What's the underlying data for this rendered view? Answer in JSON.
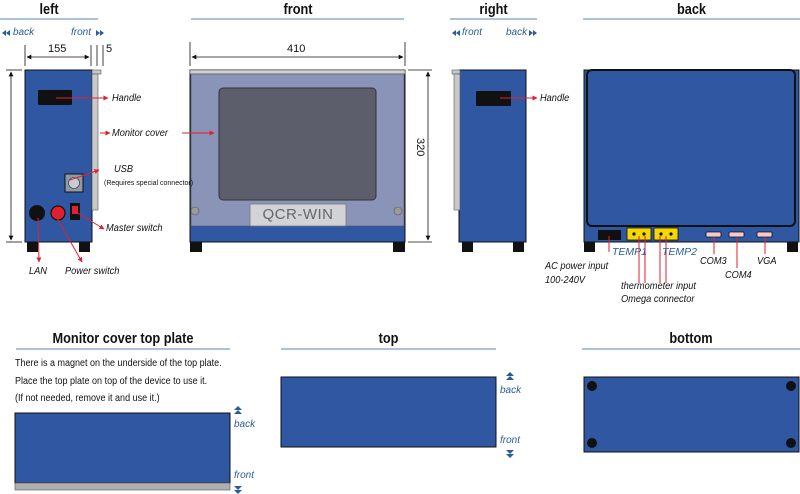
{
  "sections": {
    "left": "left",
    "front": "front",
    "right": "right",
    "back": "back",
    "cover_plate": "Monitor cover top plate",
    "top": "top",
    "bottom": "bottom"
  },
  "nav": {
    "back": "back",
    "front": "front"
  },
  "dimensions": {
    "depth": "155",
    "cover": "5",
    "width": "410",
    "height": "320"
  },
  "labels": {
    "handle": "Handle",
    "monitor_cover": "Monitor cover",
    "usb": "USB",
    "usb_note": "(Requires special connector)",
    "master_switch": "Master switch",
    "lan": "LAN",
    "power_switch": "Power switch",
    "brand": "QCR-WIN",
    "temp1": "TEMP1",
    "temp2": "TEMP2",
    "com3": "COM3",
    "com4": "COM4",
    "vga": "VGA",
    "ac_power_line1": "AC power input",
    "ac_power_line2": "100-240V",
    "thermo_line1": "thermometer input",
    "thermo_line2": "Omega connector"
  },
  "notes": {
    "line1": "There is a magnet on the underside of the top plate.",
    "line2": "Place the top plate on top of the device to use it.",
    "line3": "(If not needed, remove it and use it.)"
  },
  "colors": {
    "body": "#2f57a2",
    "accent": "#2a5d94",
    "arrow": "#e0202e"
  }
}
